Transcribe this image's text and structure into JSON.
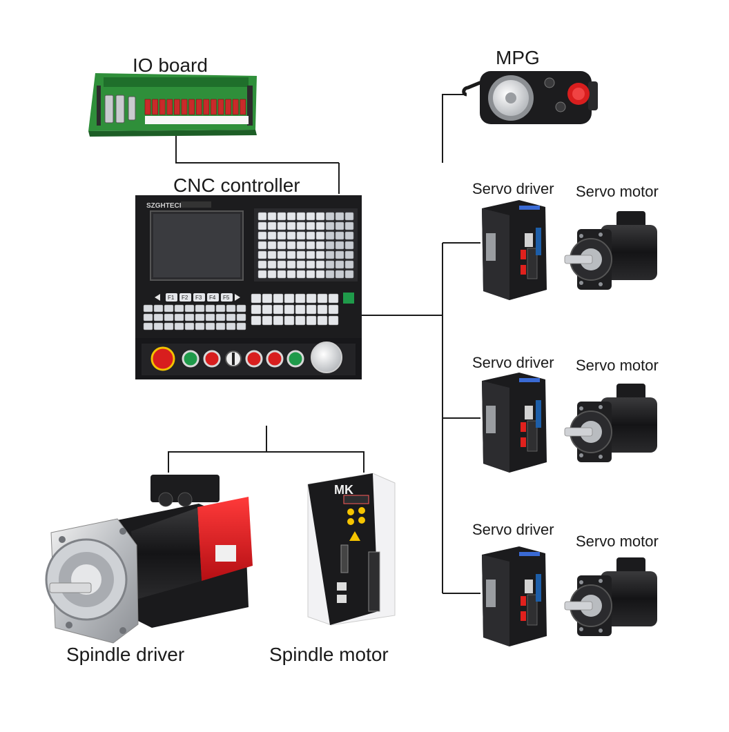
{
  "labels": {
    "io_board": "IO board",
    "mpg": "MPG",
    "cnc_controller": "CNC controller",
    "servo_driver": "Servo driver",
    "servo_motor": "Servo motor",
    "spindle_driver": "Spindle driver",
    "spindle_motor": "Spindle motor"
  },
  "cnc": {
    "brand": "SZGHTECH",
    "function_keys": [
      "F1",
      "F2",
      "F3",
      "F4",
      "F5"
    ]
  },
  "spindle_drive_brand": "MK",
  "colors": {
    "line": "#1a1a1a",
    "pcb_green": "#2f8f3a",
    "panel_black": "#1c1c1e",
    "estop_red": "#d81e1e",
    "button_green": "#1f9a4a",
    "motor_red": "#e01b22",
    "key_gray": "#d8dbe0"
  },
  "icons": [
    "estop-icon",
    "handwheel-icon",
    "cooling-fan-icon"
  ]
}
